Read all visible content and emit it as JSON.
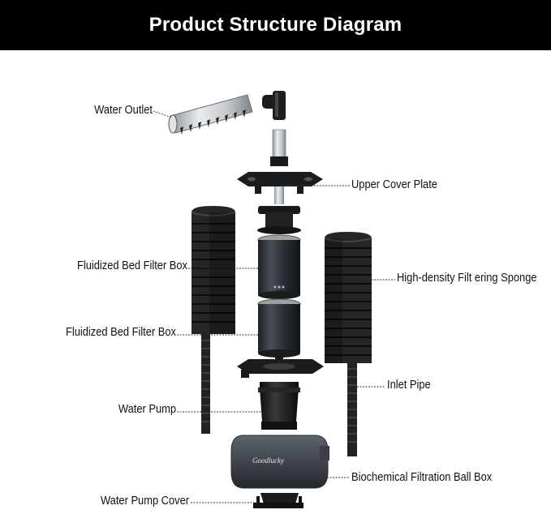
{
  "title": "Product Structure Diagram",
  "labels": {
    "water_outlet": "Water Outlet",
    "upper_cover_plate": "Upper Cover Plate",
    "fluidized_bed_1": "Fluidized Bed Filter Box",
    "fluidized_bed_2": "Fluidized Bed Filter Box",
    "sponge": "High-density Filt ering Sponge",
    "inlet_pipe": "Inlet Pipe",
    "water_pump": "Water Pump",
    "biochemical_box": "Biochemical Filtration Ball Box",
    "pump_cover": "Water Pump Cover"
  },
  "brand_mark": "Goodlucky",
  "colors": {
    "header_bg": "#000000",
    "header_text": "#ffffff",
    "part_dark": "#1c1c1c",
    "part_clear": "#cfd3d6"
  }
}
